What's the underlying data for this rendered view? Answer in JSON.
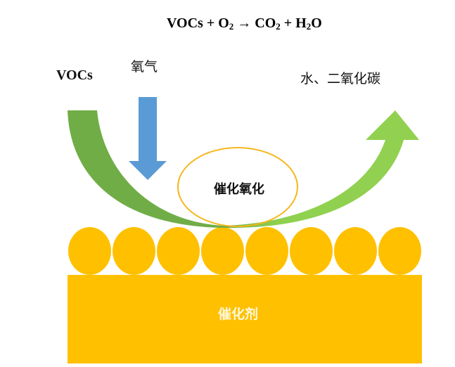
{
  "equation": {
    "reactant1": "VOCs",
    "plus1": " + ",
    "reactant2": "O",
    "reactant2_sub": "2",
    "arrow": " → ",
    "product1": "CO",
    "product1_sub": "2",
    "plus2": " + ",
    "product2_pre": "H",
    "product2_sub": "2",
    "product2_post": "O"
  },
  "labels": {
    "vocs": "VOCs",
    "oxygen": "氧气",
    "products": "水、二氧化碳",
    "process": "催化氧化",
    "catalyst": "催化剂"
  },
  "colors": {
    "vocs_arrow": "#70ad47",
    "product_arrow": "#8fd14f",
    "oxygen_arrow": "#5b9bd5",
    "process_ellipse_stroke": "#f5b71c",
    "catalyst": "#ffc000",
    "catalyst_text": "#fff8dc"
  },
  "catalyst_particles": {
    "count": 8
  }
}
